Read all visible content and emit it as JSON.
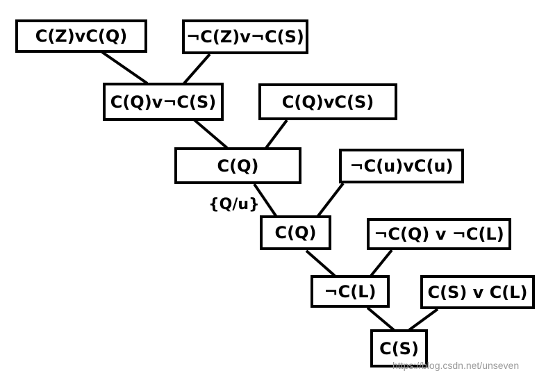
{
  "nodes": {
    "n1": "C(Z)vC(Q)",
    "n2": "¬C(Z)v¬C(S)",
    "n3": "C(Q)v¬C(S)",
    "n4": "C(Q)vC(S)",
    "n5": "C(Q)",
    "n6": "¬C(u)vC(u)",
    "n7": "C(Q)",
    "n8": "¬C(Q) v ¬C(L)",
    "n9": "¬C(L)",
    "n10": "C(S) v C(L)",
    "n11": "C(S)"
  },
  "labels": {
    "substitution": "{Q/u}"
  },
  "watermark": "https://blog.csdn.net/unseven"
}
